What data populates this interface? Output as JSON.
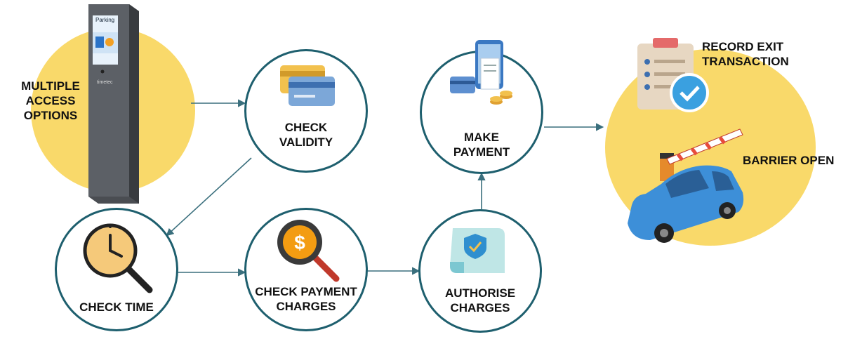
{
  "kiosk": {
    "screen_text": "Parking",
    "brand": "timetec"
  },
  "steps": {
    "access": {
      "line1": "MULTIPLE",
      "line2": "ACCESS",
      "line3": "OPTIONS"
    },
    "check_validity": {
      "line1": "CHECK",
      "line2": "VALIDITY"
    },
    "check_time": {
      "line1": "CHECK TIME"
    },
    "check_payment": {
      "line1": "CHECK PAYMENT",
      "line2": "CHARGES"
    },
    "authorise": {
      "line1": "AUTHORISE",
      "line2": "CHARGES"
    },
    "make_payment": {
      "line1": "MAKE",
      "line2": "PAYMENT"
    },
    "record_exit": {
      "line1": "RECORD EXIT",
      "line2": "TRANSACTION"
    },
    "barrier": {
      "line1": "BARRIER OPEN"
    }
  },
  "colors": {
    "circle_border": "#1e5f6e",
    "arrow": "#3a6f7d",
    "yellow": "#f9d96a"
  }
}
